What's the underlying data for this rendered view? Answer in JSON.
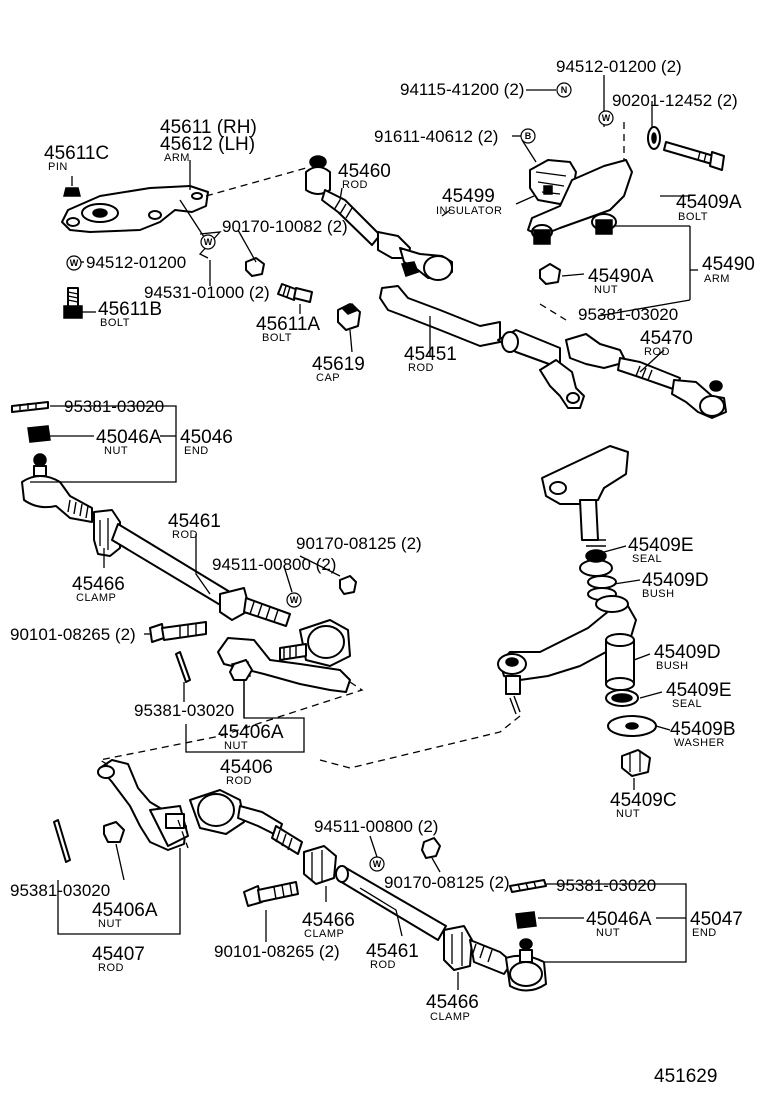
{
  "figure_number": "451629",
  "callouts": {
    "p94512_01200_2": "94512-01200 (2)",
    "p94115_41200_2": "94115-41200 (2)",
    "p90201_12452_2": "90201-12452 (2)",
    "p91611_40612_2": "91611-40612 (2)",
    "p45611_rh": "45611 (RH)",
    "p45612_lh": "45612 (LH)",
    "arm_a": "ARM",
    "p45611c": "45611C",
    "pin": "PIN",
    "p45460": "45460",
    "rod_a": "ROD",
    "p45499": "45499",
    "insulator": "INSULATOR",
    "p45409a": "45409A",
    "bolt_a": "BOLT",
    "p90170_10082_2": "90170-10082 (2)",
    "p94512_01200": "94512-01200",
    "p45490": "45490",
    "arm_b": "ARM",
    "p45490a": "45490A",
    "nut_a": "NUT",
    "p94531_01000_2": "94531-01000 (2)",
    "p45611b": "45611B",
    "bolt_b": "BOLT",
    "p45611a": "45611A",
    "bolt_c": "BOLT",
    "p95381_03020_a": "95381-03020",
    "p45470": "45470",
    "rod_b": "ROD",
    "p45619": "45619",
    "cap": "CAP",
    "p45451": "45451",
    "rod_c": "ROD",
    "p95381_03020_b": "95381-03020",
    "p45046a_a": "45046A",
    "nut_b": "NUT",
    "p45046": "45046",
    "end_a": "END",
    "p45461_a": "45461",
    "rod_d": "ROD",
    "p90170_08125_2_a": "90170-08125 (2)",
    "p94511_00800_2_a": "94511-00800 (2)",
    "p45466_a": "45466",
    "clamp_a": "CLAMP",
    "p45409e_a": "45409E",
    "seal_a": "SEAL",
    "p45409d_a": "45409D",
    "bush_a": "BUSH",
    "p90101_08265_2_a": "90101-08265 (2)",
    "p45409d_b": "45409D",
    "bush_b": "BUSH",
    "p45409e_b": "45409E",
    "seal_b": "SEAL",
    "p95381_03020_c": "95381-03020",
    "p45406a_a": "45406A",
    "nut_c": "NUT",
    "p45409b": "45409B",
    "washer": "WASHER",
    "p45406": "45406",
    "rod_e": "ROD",
    "p45409c": "45409C",
    "nut_d": "NUT",
    "p94511_00800_2_b": "94511-00800 (2)",
    "p90170_08125_2_b": "90170-08125 (2)",
    "p95381_03020_d": "95381-03020",
    "p95381_03020_e": "95381-03020",
    "p45406a_b": "45406A",
    "nut_e": "NUT",
    "p45466_b": "45466",
    "clamp_b": "CLAMP",
    "p45046a_b": "45046A",
    "nut_f": "NUT",
    "p45047": "45047",
    "end_b": "END",
    "p45407": "45407",
    "rod_f": "ROD",
    "p90101_08265_2_b": "90101-08265 (2)",
    "p45461_b": "45461",
    "rod_g": "ROD",
    "p45466_c": "45466",
    "clamp_c": "CLAMP"
  },
  "symbols": {
    "n": "N",
    "w": "W",
    "b": "B"
  }
}
